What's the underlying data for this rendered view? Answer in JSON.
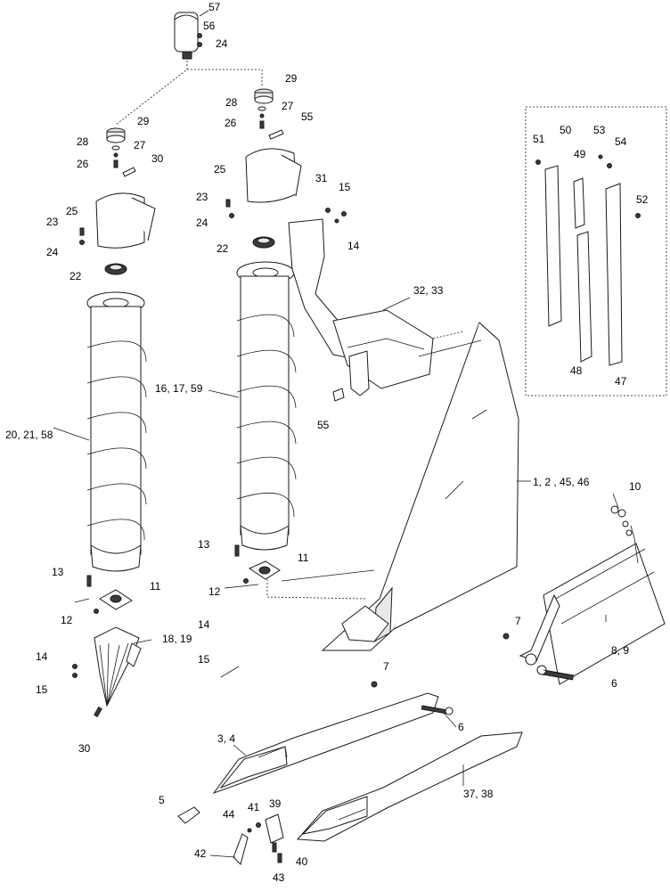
{
  "callouts": {
    "c57": "57",
    "c56": "56",
    "c24a": "24",
    "c29a": "29",
    "c28a": "28",
    "c27a": "27",
    "c26a": "26",
    "c55a": "55",
    "c29b": "29",
    "c28b": "28",
    "c27b": "27",
    "c26b": "26",
    "c30a": "30",
    "c25a": "25",
    "c25b": "25",
    "c31": "31",
    "c15a": "15",
    "c14a": "14",
    "c23a": "23",
    "c24b": "24",
    "c23b": "23",
    "c24c": "24",
    "c22a": "22",
    "c22b": "22",
    "c3233": "32, 33",
    "c51": "51",
    "c50": "50",
    "c53": "53",
    "c54": "54",
    "c49": "49",
    "c52": "52",
    "c48": "48",
    "c47": "47",
    "c161759": "16, 17, 59",
    "c55b": "55",
    "c202158": "20, 21, 58",
    "c124546": "1, 2 , 45, 46",
    "c10": "10",
    "c13a": "13",
    "c11a": "11",
    "c12a": "12",
    "c13b": "13",
    "c11b": "11",
    "c12b": "12",
    "c7a": "7",
    "c89": "8, 9",
    "c6a": "6",
    "c14b": "14",
    "c15b": "15",
    "c1819": "18, 19",
    "c14c": "14",
    "c15c": "15",
    "c7b": "7",
    "c6b": "6",
    "c30b": "30",
    "c34": "3, 4",
    "c3738": "37, 38",
    "c5": "5",
    "c39": "39",
    "c44": "44",
    "c41": "41",
    "c42": "42",
    "c40": "40",
    "c43": "43"
  }
}
